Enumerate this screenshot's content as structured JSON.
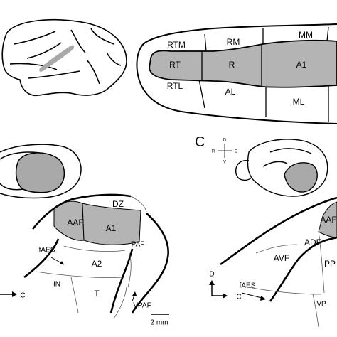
{
  "colors": {
    "fill_gray": "#a9a9a9",
    "core_gray": "#b4b4b4",
    "line": "#000000",
    "background": "#ffffff"
  },
  "panel_a": {
    "letter": "",
    "belt_labels": {
      "rtm": "RTM",
      "rm": "RM",
      "mm": "MM",
      "rt": "RT",
      "r": "R",
      "a1": "A1",
      "rtl": "RTL",
      "al": "AL",
      "ml": "ML"
    }
  },
  "panel_b": {
    "areas": {
      "dz": "DZ",
      "aaf": "AAF",
      "a1": "A1",
      "faes": "fAES",
      "paf": "PAF",
      "a2": "A2",
      "in": "IN",
      "t": "T",
      "vpaf": "VPAF"
    },
    "axis_c": "C",
    "scale_bar": "2 mm"
  },
  "panel_c": {
    "letter": "C",
    "compass": {
      "d": "D",
      "v": "V",
      "r": "R",
      "c": "C"
    },
    "areas": {
      "aaf": "AAF",
      "adf": "ADF",
      "avf": "AVF",
      "pp": "PP",
      "faes": "fAES",
      "vp": "VP"
    },
    "axis_d": "D",
    "axis_c": "C"
  }
}
